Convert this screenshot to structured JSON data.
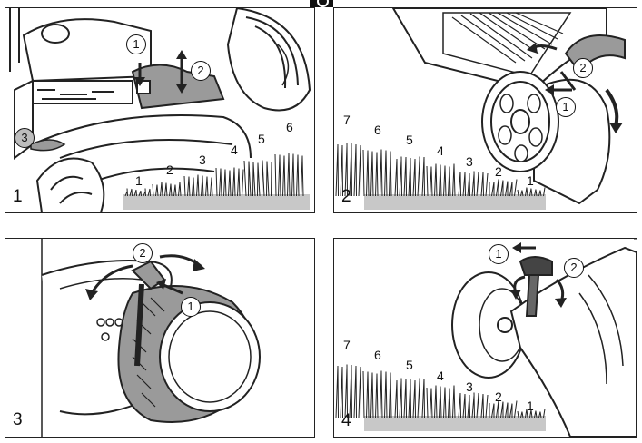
{
  "panels": [
    {
      "number": "1",
      "callouts": [
        "1",
        "2",
        "3"
      ],
      "heights": [
        "1",
        "2",
        "3",
        "4",
        "5",
        "6"
      ]
    },
    {
      "number": "2",
      "callouts": [
        "2",
        "1"
      ],
      "heights": [
        "7",
        "6",
        "5",
        "4",
        "3",
        "2",
        "1"
      ]
    },
    {
      "number": "3",
      "callouts": [
        "2",
        "1"
      ]
    },
    {
      "number": "4",
      "callouts": [
        "1",
        "2"
      ],
      "heights": [
        "7",
        "6",
        "5",
        "4",
        "3",
        "2",
        "1"
      ]
    }
  ],
  "colors": {
    "line": "#222222",
    "grass_base": "#c8c8c8",
    "callout_grey": "#bdbdbd",
    "tyre": "#9a9a9a"
  },
  "icons": [
    "lever-icon",
    "arrow-icon",
    "wheel-icon",
    "grass-icon"
  ]
}
